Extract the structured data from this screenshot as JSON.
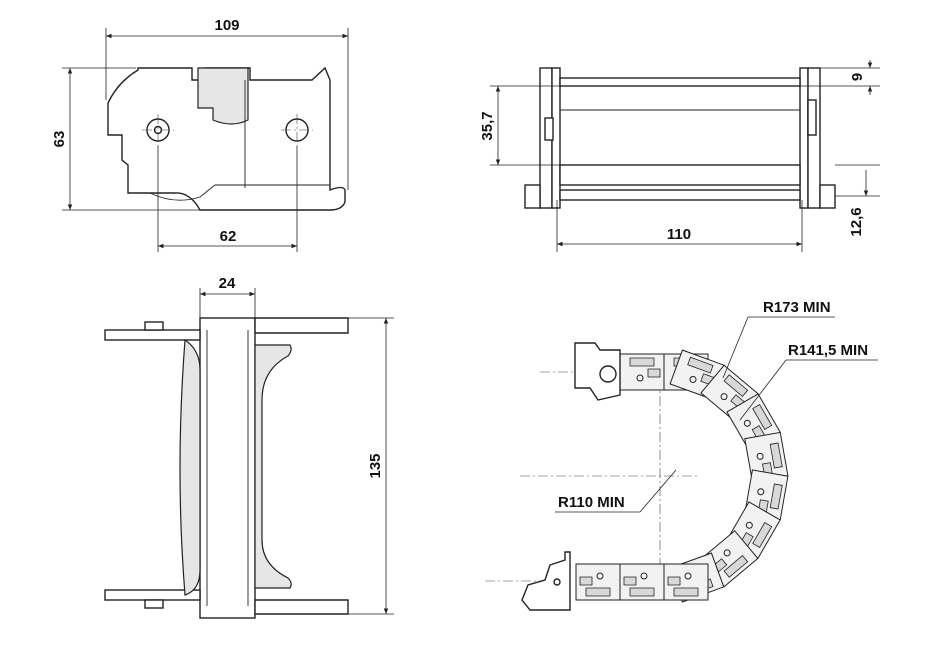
{
  "views": {
    "front": {
      "dim_width": "109",
      "dim_height": "63",
      "dim_hole_spacing": "62"
    },
    "side": {
      "dim_top": "9",
      "dim_inner_height": "35,7",
      "dim_bottom": "12,6",
      "dim_width": "110"
    },
    "top": {
      "dim_width": "24",
      "dim_length": "135"
    },
    "chain": {
      "radius_outer": "R173 MIN",
      "radius_mid": "R141,5 MIN",
      "radius_inner": "R110 MIN"
    }
  },
  "colors": {
    "line": "#222222",
    "fill": "#ffffff",
    "shade": "#e6e6e6"
  }
}
